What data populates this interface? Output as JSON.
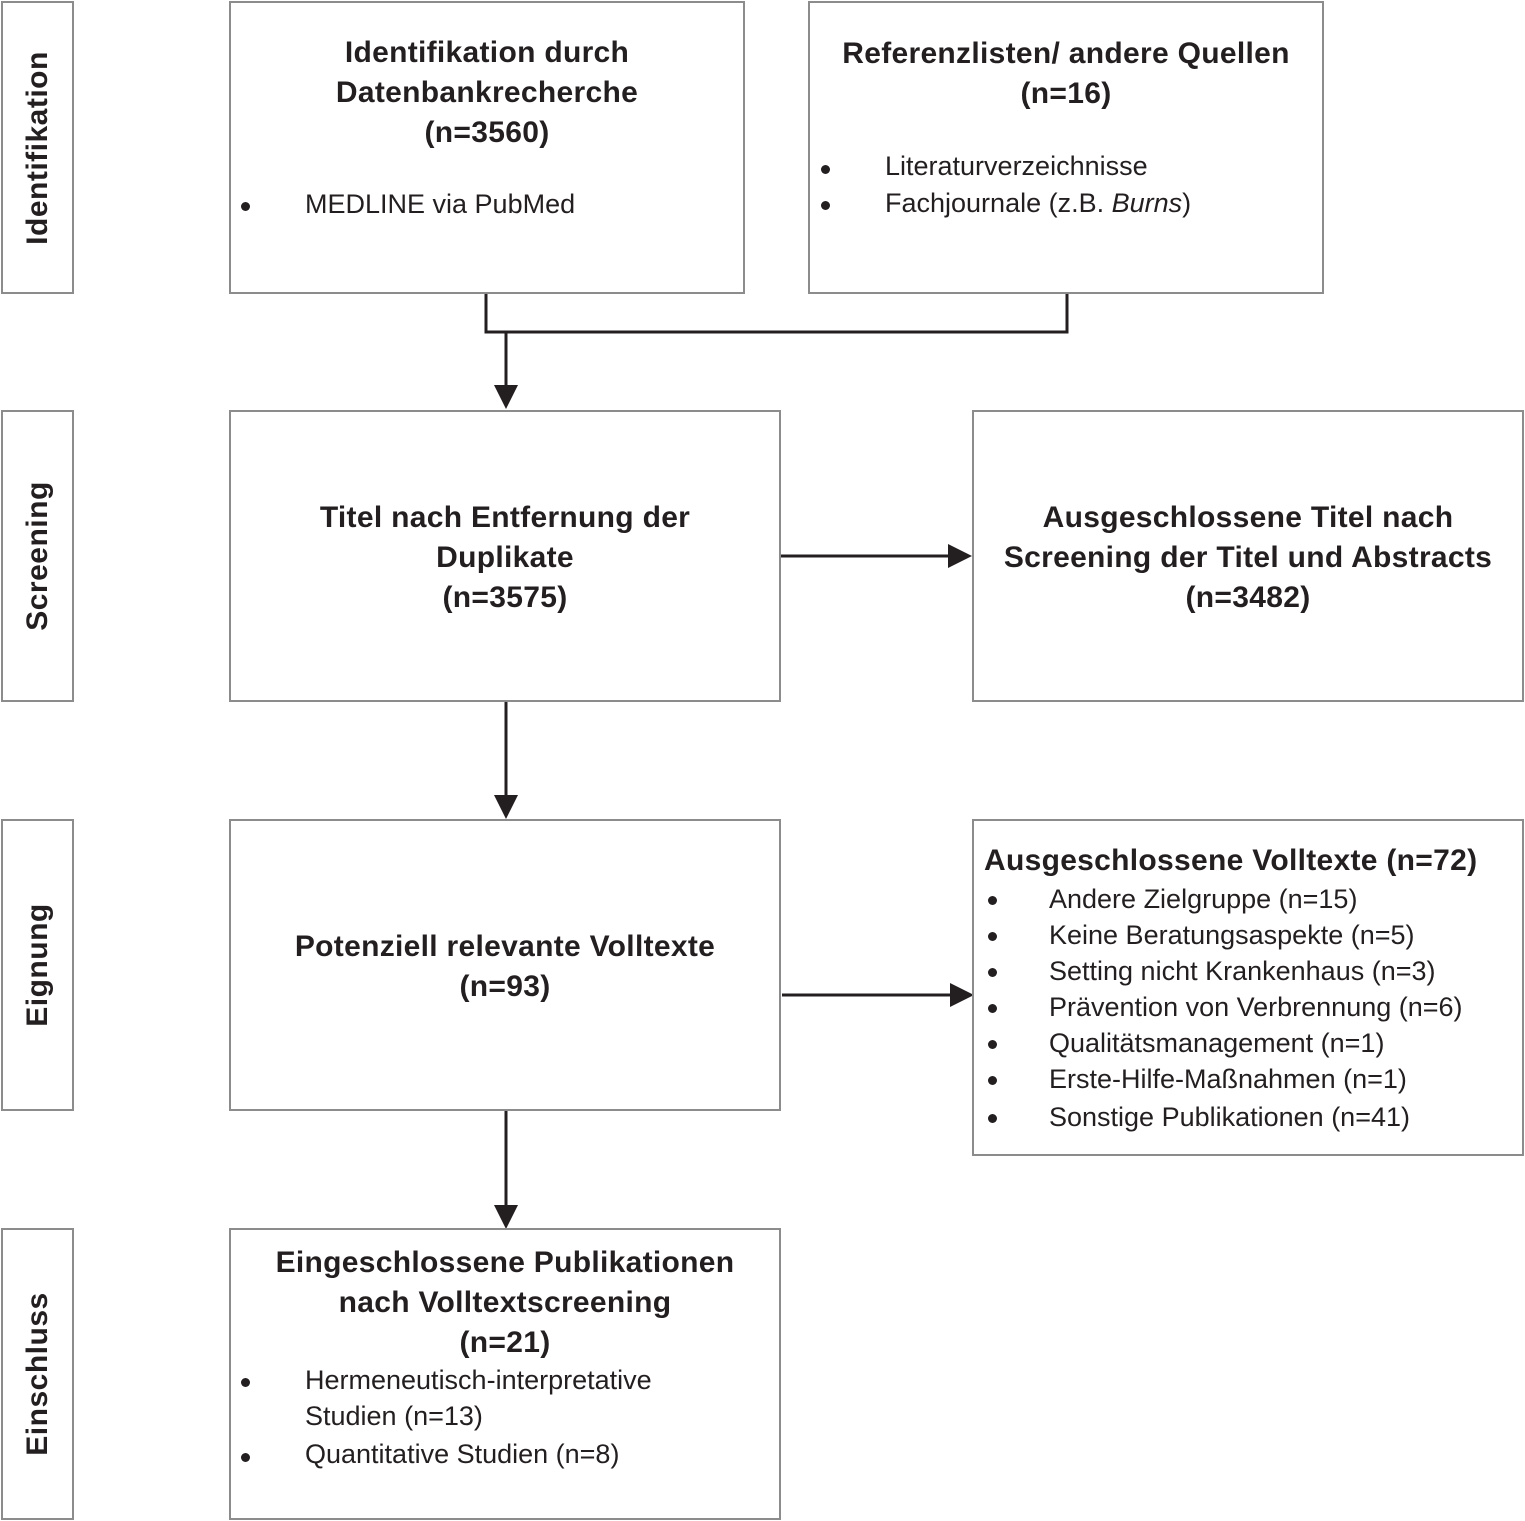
{
  "phases": {
    "identification": "Identifikation",
    "screening": "Screening",
    "eligibility": "Eignung",
    "inclusion": "Einschluss"
  },
  "database_search": {
    "title_line1": "Identifikation durch",
    "title_line2": "Datenbankrecherche",
    "count": "(n=3560)",
    "items": [
      "MEDLINE via PubMed"
    ]
  },
  "other_sources": {
    "title": "Referenzlisten/ andere Quellen",
    "count": "(n=16)",
    "items": [
      "Literaturverzeichnisse"
    ],
    "item2_prefix": "Fachjournale (z.B. ",
    "item2_italic": "Burns",
    "item2_suffix": ")"
  },
  "after_duplicates": {
    "title_line1": "Titel nach Entfernung der",
    "title_line2": "Duplikate",
    "count": "(n=3575)"
  },
  "excluded_titles": {
    "title_line1": "Ausgeschlossene Titel nach",
    "title_line2": "Screening der Titel und Abstracts",
    "count": "(n=3482)"
  },
  "fulltexts": {
    "title": "Potenziell relevante Volltexte",
    "count": "(n=93)"
  },
  "excluded_fulltexts": {
    "title": "Ausgeschlossene Volltexte (n=72)",
    "items": [
      "Andere Zielgruppe (n=15)",
      "Keine Beratungsaspekte (n=5)",
      "Setting nicht Krankenhaus (n=3)",
      "Prävention von Verbrennung (n=6)",
      "Qualitätsmanagement (n=1)",
      "Erste-Hilfe-Maßnahmen (n=1)",
      "Sonstige Publikationen (n=41)"
    ]
  },
  "included": {
    "title_line1": "Eingeschlossene Publikationen",
    "title_line2": "nach Volltextscreening",
    "count": "(n=21)",
    "item1_line1": "Hermeneutisch-interpretative",
    "item1_line2": "Studien (n=13)",
    "item2": "Quantitative Studien (n=8)"
  },
  "colors": {
    "border": "#8c8c8c",
    "text": "#231f20",
    "arrow": "#231f20"
  }
}
